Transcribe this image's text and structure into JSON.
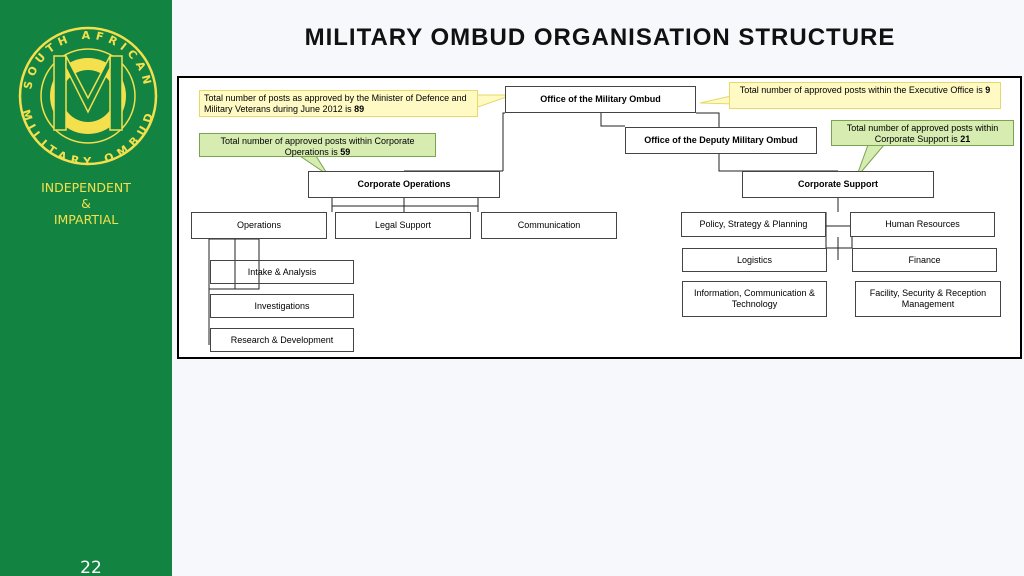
{
  "sidebar": {
    "logo_text_top": "SOUTH AFRICAN",
    "logo_text_bottom": "MILITARY OMBUD",
    "motto": [
      "INDEPENDENT",
      "&",
      "IMPARTIAL"
    ],
    "page_number": "22",
    "colors": {
      "background": "#138342",
      "accent": "#f4e04d"
    }
  },
  "title": "MILITARY OMBUD ORGANISATION STRUCTURE",
  "org": {
    "office": "Office of the Military Ombud",
    "deputy": "Office of the Deputy Military Ombud",
    "corporate_operations": "Corporate Operations",
    "corporate_support": "Corporate Support",
    "operations": "Operations",
    "legal_support": "Legal Support",
    "communication": "Communication",
    "intake": "Intake & Analysis",
    "investigations": "Investigations",
    "research": "Research & Development",
    "policy": "Policy, Strategy & Planning",
    "human_resources": "Human Resources",
    "logistics": "Logistics",
    "finance": "Finance",
    "ict": "Information, Communication & Technology",
    "facility": "Facility, Security & Reception Management"
  },
  "callouts": {
    "total": {
      "text": "Total number of posts as approved by the Minister of Defence and Military Veterans during June 2012 is ",
      "value": "89"
    },
    "executive": {
      "text": "Total number of approved posts within the Executive Office is ",
      "value": "9"
    },
    "corporate_ops": {
      "text": "Total number of approved posts within Corporate Operations is ",
      "value": "59"
    },
    "corporate_support": {
      "text": "Total number of approved posts within Corporate Support is ",
      "value": "21"
    }
  }
}
